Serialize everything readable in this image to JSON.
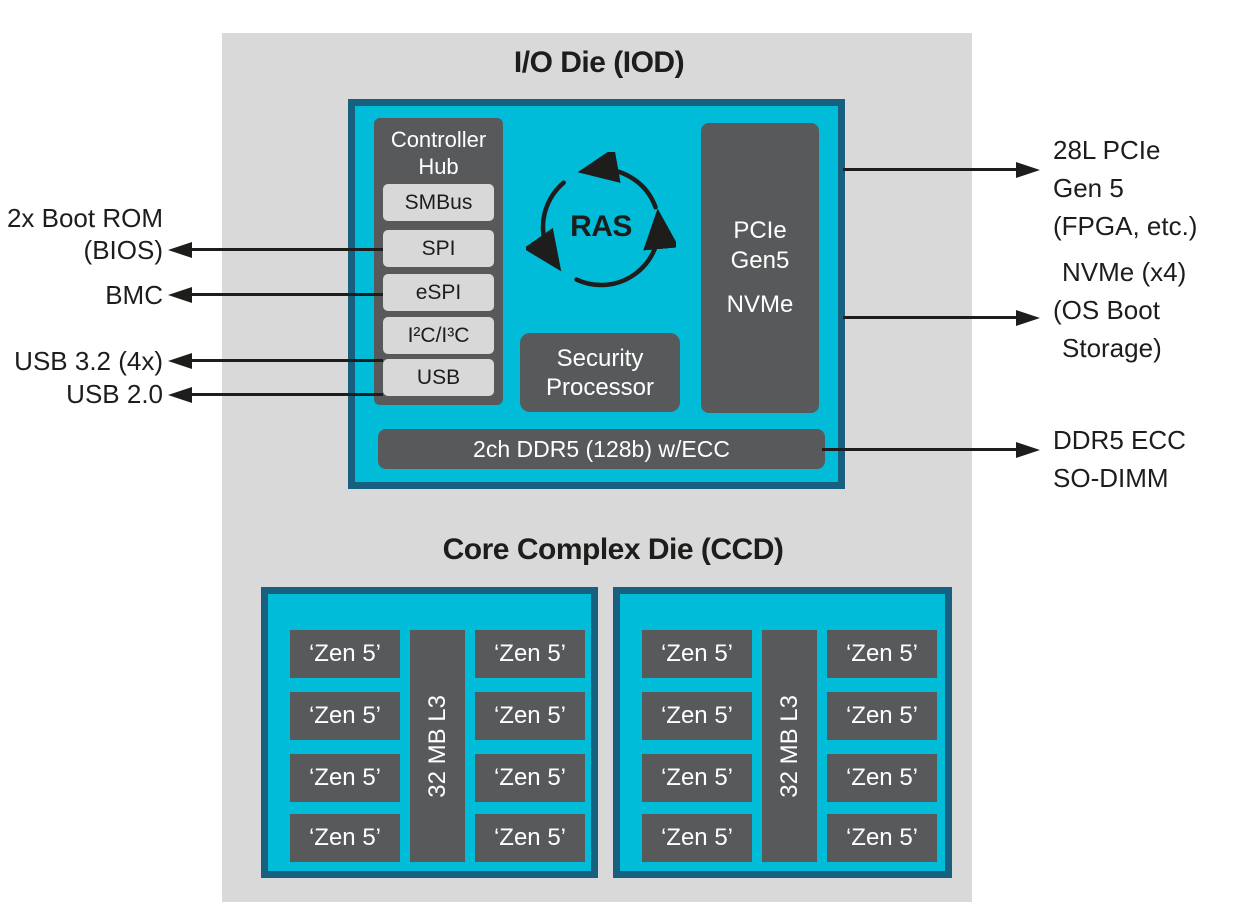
{
  "colors": {
    "background": "#ffffff",
    "panel_gray": "#d9d9d9",
    "die_cyan": "#00bcd8",
    "die_border_teal": "#17607f",
    "block_dark_gray": "#58595b",
    "module_light_gray": "#d8d8d8",
    "text_black": "#1d1d1b"
  },
  "iod": {
    "title": "I/O Die (IOD)",
    "controller_hub": {
      "title": "Controller Hub",
      "modules": [
        "SMBus",
        "SPI",
        "eSPI",
        "I²C/I³C",
        "USB"
      ]
    },
    "ras_label": "RAS",
    "pcie_block": {
      "line1": "PCIe",
      "line2": "Gen5",
      "line3": "NVMe"
    },
    "security_processor": "Security Processor",
    "ddr_bar": "2ch DDR5 (128b) w/ECC"
  },
  "left_labels": {
    "boot_rom_line1": "2x Boot ROM",
    "boot_rom_line2": "(BIOS)",
    "bmc": "BMC",
    "usb32": "USB 3.2 (4x)",
    "usb20": "USB 2.0"
  },
  "right_labels": {
    "pcie_line1": "28L PCIe",
    "pcie_line2": "Gen 5",
    "pcie_line3": "(FPGA, etc.)",
    "nvme_line1": "NVMe (x4)",
    "nvme_line2": "(OS Boot",
    "nvme_line3": "Storage)",
    "ddr_line1": "DDR5 ECC",
    "ddr_line2": "SO-DIMM"
  },
  "ccd": {
    "title": "Core Complex Die (CCD)",
    "core_label": "‘Zen 5’",
    "l3_label": "32 MB L3"
  }
}
